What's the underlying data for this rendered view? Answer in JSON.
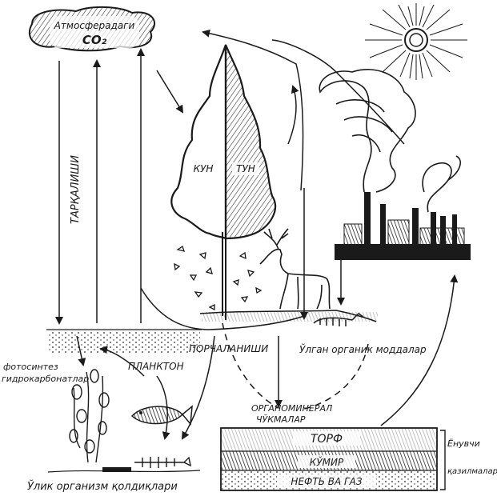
{
  "labels": {
    "atmosphere_line1": "Атмосферадаги",
    "atmosphere_line2": "CO₂",
    "day": "КУН",
    "night": "ТУН",
    "spreading": "ТАРҚАЛИШИ",
    "photosynthesis_line1": "фотосинтез",
    "photosynthesis_line2": "гидрокарбонатлар",
    "plankton": "ПЛАНКТОН",
    "decay": "ПОРЧАЛАНИШИ",
    "dead_organic": "Ўлган органик моддалар",
    "organomineral_line1": "ОРГАНОМИНЕРАЛ",
    "organomineral_line2": "ЧЎКМАЛАР",
    "peat": "ТОРФ",
    "coal": "КЎМИР",
    "oil_gas": "НЕФТЬ ВА ГАЗ",
    "fuel_line1": "Ёнувчи",
    "fuel_line2": "қазилмалар",
    "remains": "Ўлик организм қолдиқлари"
  },
  "colors": {
    "ink": "#1a1a1a",
    "paper": "#ffffff",
    "shade": "#555555"
  }
}
